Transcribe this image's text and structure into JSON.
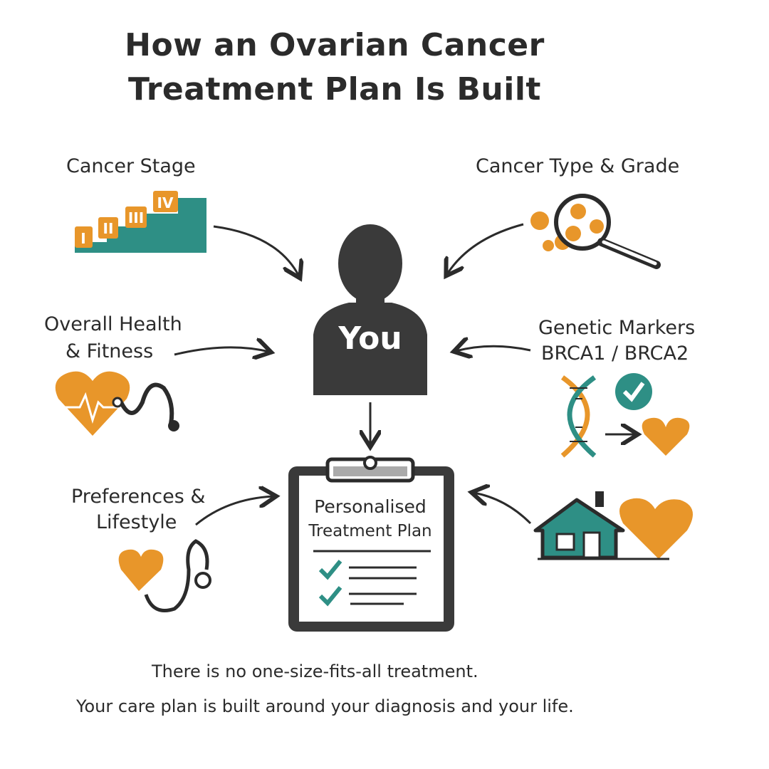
{
  "title": {
    "line1": "How an Ovarian Cancer",
    "line2": "Treatment Plan Is Built"
  },
  "center": {
    "label": "You"
  },
  "factors": {
    "cancer_stage": {
      "label": "Cancer Stage",
      "stages": [
        "I",
        "II",
        "III",
        "IV"
      ]
    },
    "cancer_type": {
      "label": "Cancer Type & Grade"
    },
    "overall_health": {
      "line1": "Overall Health",
      "line2": "& Fitness"
    },
    "genetic_markers": {
      "line1": "Genetic Markers",
      "line2": "BRCA1 / BRCA2"
    },
    "preferences": {
      "line1": "Preferences &",
      "line2": "Lifestyle"
    }
  },
  "plan": {
    "line1": "Personalised",
    "line2": "Treatment Plan"
  },
  "footer": {
    "line1": "There is no one-size-fits-all treatment.",
    "line2": "Your care plan is built around your diagnosis and your life."
  },
  "colors": {
    "orange": "#E8962A",
    "teal": "#2E8F85",
    "dark": "#333333"
  }
}
